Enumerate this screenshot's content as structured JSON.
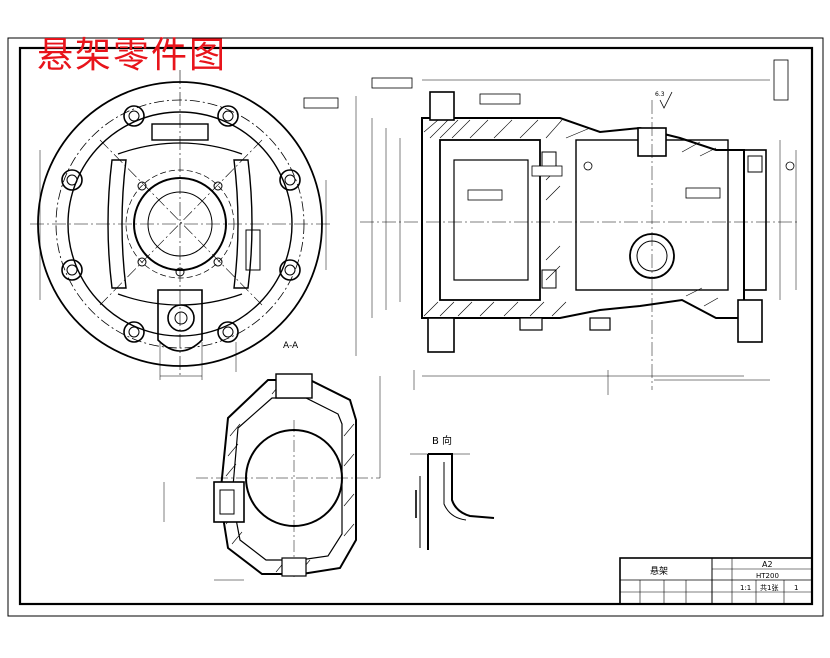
{
  "title": "悬架零件图",
  "colors": {
    "title": "#e8141b",
    "line": "#000000",
    "background": "#ffffff"
  },
  "labels": {
    "section_aa": "A-A",
    "view_b": "B 向",
    "roughness": "6.3"
  },
  "title_block": {
    "part_name": "悬架",
    "sheet_size": "A2",
    "material": "HT200",
    "scale": "1:1",
    "sheet_count_label": "共1张",
    "sheet_no": "1"
  }
}
